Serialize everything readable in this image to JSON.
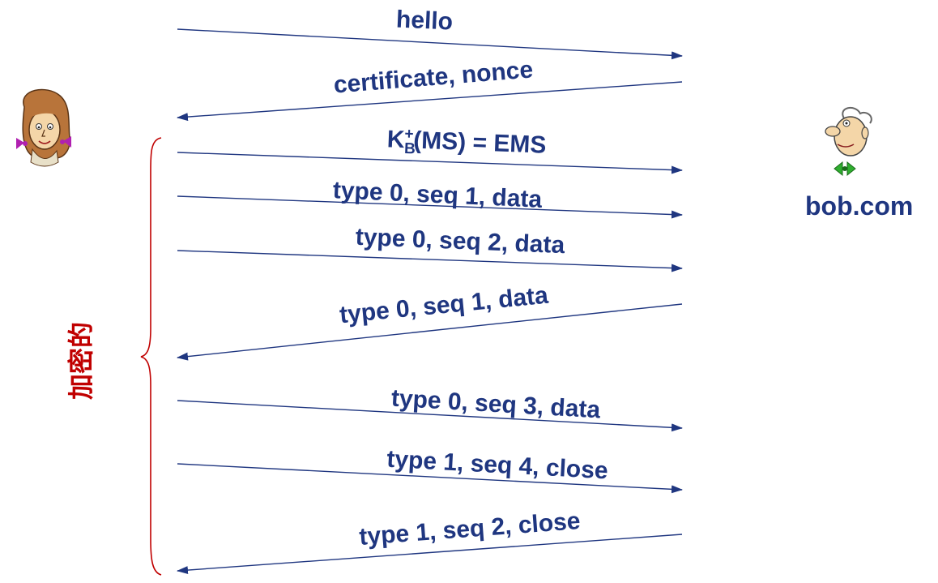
{
  "messages": [
    {
      "id": "hello",
      "text": "hello",
      "direction": "to-bob"
    },
    {
      "id": "cert",
      "text": "certificate, nonce",
      "direction": "to-alice"
    },
    {
      "id": "kb",
      "text_base": "K",
      "text_sub": "B",
      "text_sup": "+",
      "text_rest": "(MS) = EMS",
      "direction": "to-bob"
    },
    {
      "id": "m1",
      "text": "type 0, seq 1, data",
      "direction": "to-bob"
    },
    {
      "id": "m2",
      "text": "type 0, seq 2, data",
      "direction": "to-bob"
    },
    {
      "id": "m3",
      "text": "type 0, seq 1, data",
      "direction": "to-alice"
    },
    {
      "id": "m4",
      "text": "type 0, seq 3, data",
      "direction": "to-bob"
    },
    {
      "id": "m5",
      "text": "type 1, seq 4, close",
      "direction": "to-bob"
    },
    {
      "id": "m6",
      "text": "type 1, seq 2, close",
      "direction": "to-alice"
    }
  ],
  "bob_label": "bob.com",
  "encrypted_label": "加密的",
  "colors": {
    "arrow": "#1f3680",
    "text": "#1f3680",
    "brace": "#c00000",
    "encrypted_text": "#c00000"
  },
  "icons": {
    "alice": "alice-cartoon-icon",
    "bob": "bob-cartoon-icon"
  }
}
